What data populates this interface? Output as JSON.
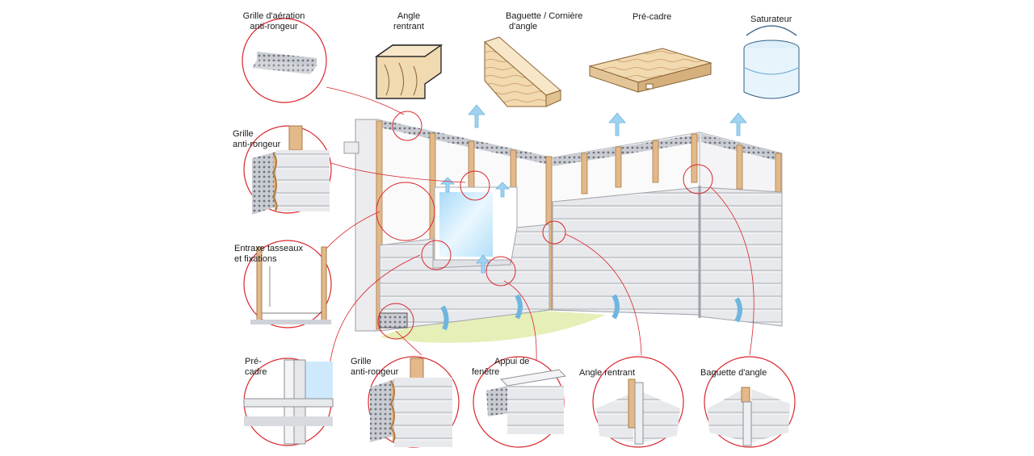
{
  "labels": {
    "grille_aeration": [
      "Grille d'aération",
      "anti-rongeur"
    ],
    "angle_rentrant_top": [
      "Angle",
      "rentrant"
    ],
    "baguette_corniere": [
      "Baguette / Cornière",
      "d'angle"
    ],
    "pre_cadre_top": "Pré-cadre",
    "saturateur": "Saturateur",
    "grille_left": [
      "Grille",
      "anti-rongeur"
    ],
    "entraxe": [
      "Entraxe tasseaux",
      "et fixations"
    ],
    "pre_cadre_bottom": [
      "Pré-",
      "cadre"
    ],
    "grille_bottom": [
      "Grille",
      "anti-rongeur"
    ],
    "appui_fenetre": [
      "Appui de",
      "fenêtre"
    ],
    "angle_rentrant_bottom": "Angle rentrant",
    "baguette_angle_bottom": "Baguette d'angle"
  },
  "colors": {
    "accent": "#d9272d",
    "wood": "#e3b98a",
    "siding": "#e8e9ec",
    "arrow": "#9fd3f0",
    "glass": "#cde9fb",
    "ground": "#e6efb8"
  }
}
